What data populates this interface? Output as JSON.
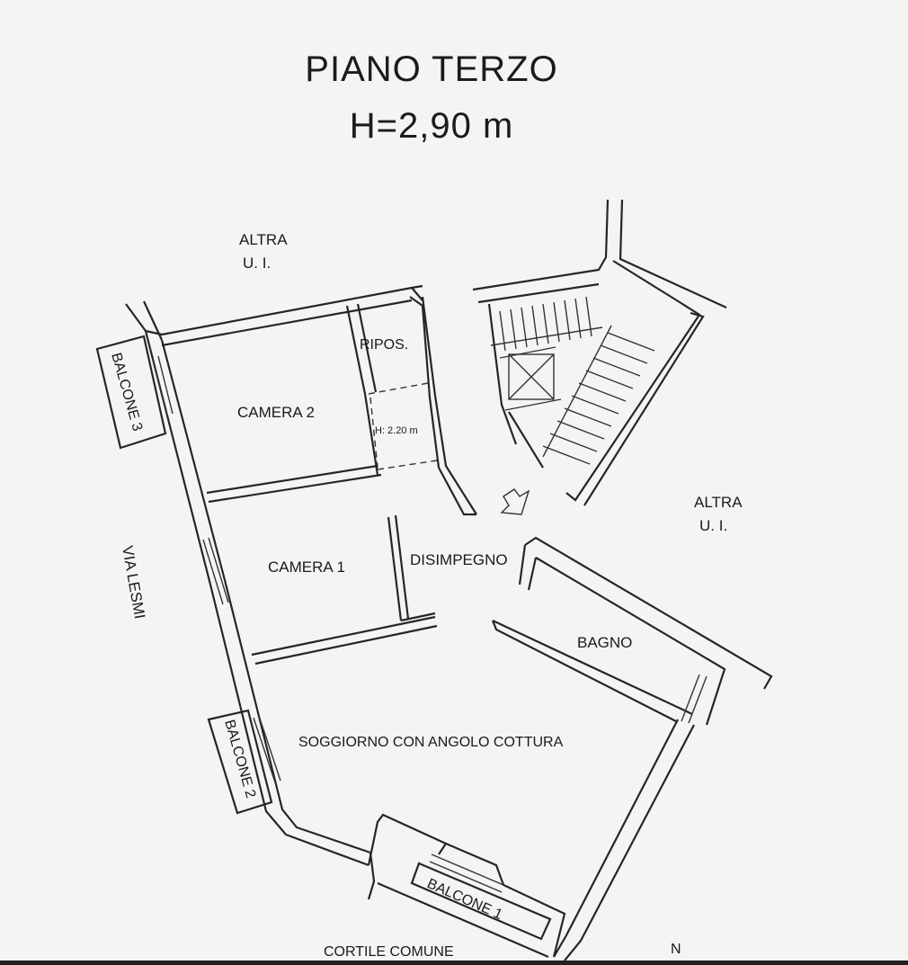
{
  "title": {
    "main": "PIANO TERZO",
    "height": "H=2,90 m"
  },
  "rooms": {
    "camera2": "CAMERA 2",
    "ripos": "RIPOS.",
    "ripos_height": "H: 2.20 m",
    "camera1": "CAMERA 1",
    "disimpegno": "DISIMPEGNO",
    "bagno": "BAGNO",
    "soggiorno": "SOGGIORNO CON ANGOLO COTTURA"
  },
  "balconies": {
    "b1": "BALCONE 1",
    "b2": "BALCONE 2",
    "b3": "BALCONE 3"
  },
  "surroundings": {
    "altra_line1": "ALTRA",
    "altra_line2": "U. I.",
    "street": "VIA LESMI",
    "courtyard": "CORTILE COMUNE",
    "north": "N"
  }
}
